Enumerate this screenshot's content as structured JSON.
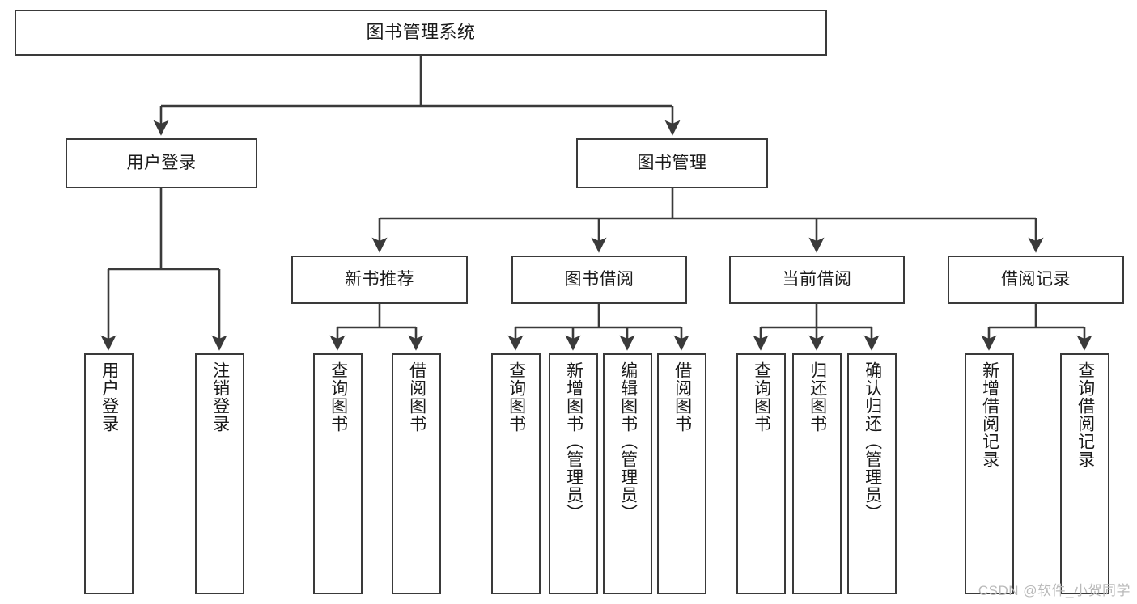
{
  "diagram": {
    "title": "图书管理系统",
    "watermark": "CSDN @软件_小贺同学",
    "stroke_color": "#3a3a3a",
    "background_color": "#ffffff",
    "text_color": "#1a1a1a",
    "nodes": {
      "root": {
        "label": "图书管理系统"
      },
      "level1": [
        {
          "label": "用户登录"
        },
        {
          "label": "图书管理"
        }
      ],
      "level2": [
        {
          "label": "新书推荐"
        },
        {
          "label": "图书借阅"
        },
        {
          "label": "当前借阅"
        },
        {
          "label": "借阅记录"
        }
      ],
      "leaves": {
        "user_login": [
          {
            "label": "用户登录"
          },
          {
            "label": "注销登录"
          }
        ],
        "new_book_recommend": [
          {
            "label": "查询图书"
          },
          {
            "label": "借阅图书"
          }
        ],
        "book_borrow": [
          {
            "label": "查询图书"
          },
          {
            "label": "新增图书（管理员）"
          },
          {
            "label": "编辑图书（管理员）"
          },
          {
            "label": "借阅图书"
          }
        ],
        "current_borrow": [
          {
            "label": "查询图书"
          },
          {
            "label": "归还图书"
          },
          {
            "label": "确认归还（管理员）"
          }
        ],
        "borrow_record": [
          {
            "label": "新增借阅记录"
          },
          {
            "label": "查询借阅记录"
          }
        ]
      }
    }
  }
}
